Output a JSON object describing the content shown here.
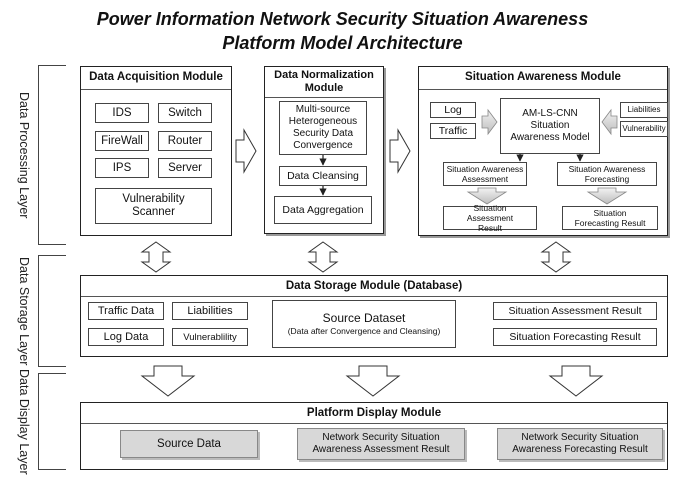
{
  "title": {
    "line1": "Power Information Network Security Situation Awareness",
    "line2": "Platform Model Architecture"
  },
  "layers": {
    "processing": "Data Processing Layer",
    "storage": "Data Storage Layer",
    "display": "Data Display Layer"
  },
  "acquisition": {
    "title": "Data Acquisition Module",
    "items": [
      "IDS",
      "Switch",
      "FireWall",
      "Router",
      "IPS",
      "Server"
    ],
    "scanner": "Vulnerability Scanner"
  },
  "normalization": {
    "title": "Data Normalization Module",
    "convergence": "Multi-source Heterogeneous Security Data Convergence",
    "cleansing": "Data Cleansing",
    "aggregation": "Data Aggregation"
  },
  "awareness": {
    "title": "Situation Awareness Module",
    "log": "Log",
    "traffic": "Traffic",
    "model": "AM-LS-CNN Situation Awareness Model",
    "liabilities": "Liabilities",
    "vulnerability": "Vulnerability",
    "assessment": "Situation Awareness Assessment",
    "forecasting": "Situation Awareness Forecasting",
    "assessment_result": "Situation Assessment Result",
    "forecasting_result": "Situation Forecasting Result"
  },
  "storage": {
    "title": "Data Storage Module (Database)",
    "traffic_data": "Traffic Data",
    "liabilities": "Liabilities",
    "log_data": "Log Data",
    "vulnerability": "Vulnerablility",
    "source_dataset": "Source Dataset",
    "source_dataset_note": "(Data after Convergence and Cleansing)",
    "assessment_result": "Situation Assessment Result",
    "forecasting_result": "Situation Forecasting Result"
  },
  "display": {
    "title": "Platform Display Module",
    "source_data": "Source Data",
    "assessment": "Network Security Situation Awareness Assessment Result",
    "forecasting": "Network Security Situation Awareness Forecasting Result"
  }
}
